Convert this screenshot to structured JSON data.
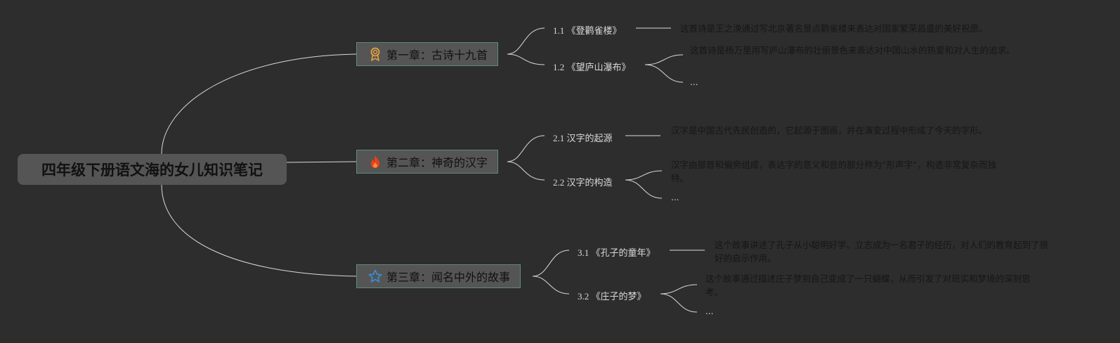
{
  "root": {
    "title": "四年级下册语文海的女儿知识笔记"
  },
  "colors": {
    "background": "#2d2d2d",
    "node_fill": "#555555",
    "node_border": "#5b8a7a",
    "line": "#d9d9d9",
    "icon_ribbon": "#e6a23c",
    "icon_fire": "#e8421b",
    "icon_star": "#3a8fd8"
  },
  "chapters": [
    {
      "label": "第一章：古诗十九首",
      "icon": "award-ribbon-icon",
      "subs": [
        {
          "label": "1.1 《登鹳雀楼》",
          "notes": [
            "这首诗是王之涣通过写北京著名景点鹳雀楼来表达对国家繁荣昌盛的美好祝愿。"
          ]
        },
        {
          "label": "1.2 《望庐山瀑布》",
          "notes": [
            "这首诗是杨万里用写庐山瀑布的壮丽景色来表达对中国山水的热爱和对人生的追求。",
            "..."
          ]
        }
      ]
    },
    {
      "label": "第二章：神奇的汉字",
      "icon": "fire-icon",
      "subs": [
        {
          "label": "2.1 汉字的起源",
          "notes": [
            "汉字是中国古代先民创造的，它起源于图画，并在演变过程中形成了今天的字形。"
          ]
        },
        {
          "label": "2.2 汉字的构造",
          "notes": [
            "汉字由部首和偏旁组成，表达字的意义和音的部分称为“形声字”，构造非常复杂而独特。",
            "..."
          ]
        }
      ]
    },
    {
      "label": "第三章：闻名中外的故事",
      "icon": "star-icon",
      "subs": [
        {
          "label": "3.1 《孔子的童年》",
          "notes": [
            "这个故事讲述了孔子从小聪明好学、立志成为一名君子的经历，对人们的教育起到了很好的启示作用。"
          ]
        },
        {
          "label": "3.2 《庄子的梦》",
          "notes": [
            "这个故事通过描述庄子梦到自己变成了一只蝴蝶，从而引发了对现实和梦境的深刻思考。",
            "..."
          ]
        }
      ]
    }
  ]
}
